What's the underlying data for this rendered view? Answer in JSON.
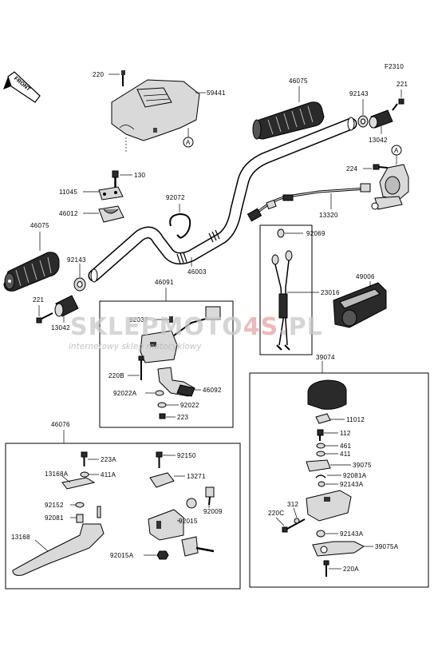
{
  "diagram_code": "F2310",
  "front_label": "FRONT",
  "ref_a": "A",
  "watermark": {
    "brand_a": "SKLEP",
    "brand_b": "MOTO",
    "brand_c": "4S",
    "brand_d": ".PL",
    "tagline": "internetowy sklep motocyklowy"
  },
  "parts": {
    "p220": "220",
    "p59441": "59441",
    "p46075_top": "46075",
    "p92143_top": "92143",
    "p221_top": "221",
    "p13042_top": "13042",
    "p130": "130",
    "p11045": "11045",
    "p46012": "46012",
    "p92072": "92072",
    "p224": "224",
    "p13320": "13320",
    "p46075_left": "46075",
    "p92143_left": "92143",
    "p46003": "46003",
    "p92069": "92069",
    "p23016": "23016",
    "p49006": "49006",
    "p221_left": "221",
    "p13042_left": "13042",
    "p46091": "46091",
    "p92037": "92037",
    "p220B": "220B",
    "p92022A": "92022A",
    "p46092": "46092",
    "p92022": "92022",
    "p223": "223",
    "p39074": "39074",
    "p11012": "11012",
    "p112": "112",
    "p461": "461",
    "p411": "411",
    "p39075": "39075",
    "p92081A": "92081A",
    "p92143A_1": "92143A",
    "p312": "312",
    "p220C": "220C",
    "p92143A_2": "92143A",
    "p39075A": "39075A",
    "p220A": "220A",
    "p46076": "46076",
    "p223A": "223A",
    "p13168A": "13168A",
    "p411A": "411A",
    "p92152": "92152",
    "p92081": "92081",
    "p13168": "13168",
    "p92150": "92150",
    "p13271": "13271",
    "p92009": "92009",
    "p92015": "92015",
    "p92015A": "92015A"
  }
}
